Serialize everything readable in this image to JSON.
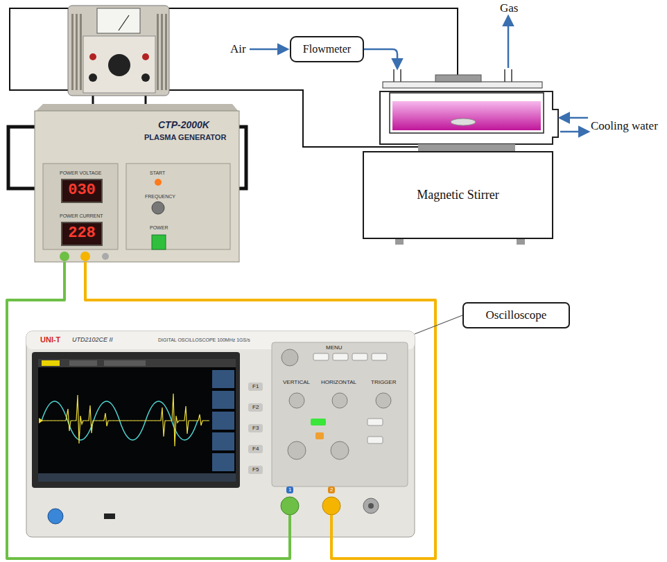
{
  "diagram": {
    "nodes": [
      {
        "text": [
          "CTP-2000K",
          "PLASMA GENERATOR"
        ]
      },
      {
        "text": [
          "030"
        ],
        "in": 0
      },
      {
        "text": [
          "228"
        ],
        "in": 0
      },
      {
        "text": [
          "Flowmeter"
        ]
      },
      {
        "text": [
          "Magnetic Stirrer"
        ]
      },
      {
        "text": [
          "Oscilloscope"
        ]
      },
      {
        "text": [
          "UNI-T",
          "UTD2102CE II",
          "DIGITAL OSCILLOSCOPE 100MHz 1GS/s"
        ]
      }
    ],
    "edges": [
      {
        "from": 0,
        "to": 6,
        "arrow": "none"
      },
      {
        "from": 0,
        "to": 6,
        "arrow": "none"
      },
      {
        "from": 5,
        "to": 6,
        "arrow": "none"
      }
    ],
    "labels": [
      "Air",
      "Gas",
      "Cooling water",
      "POWER VOLTAGE",
      "POWER CURRENT",
      "START",
      "FREQUENCY",
      "POWER",
      "VERTICAL",
      "HORIZONTAL",
      "TRIGGER",
      "MENU",
      "F1",
      "F2",
      "F3",
      "F4",
      "F5",
      "1",
      "2"
    ]
  }
}
